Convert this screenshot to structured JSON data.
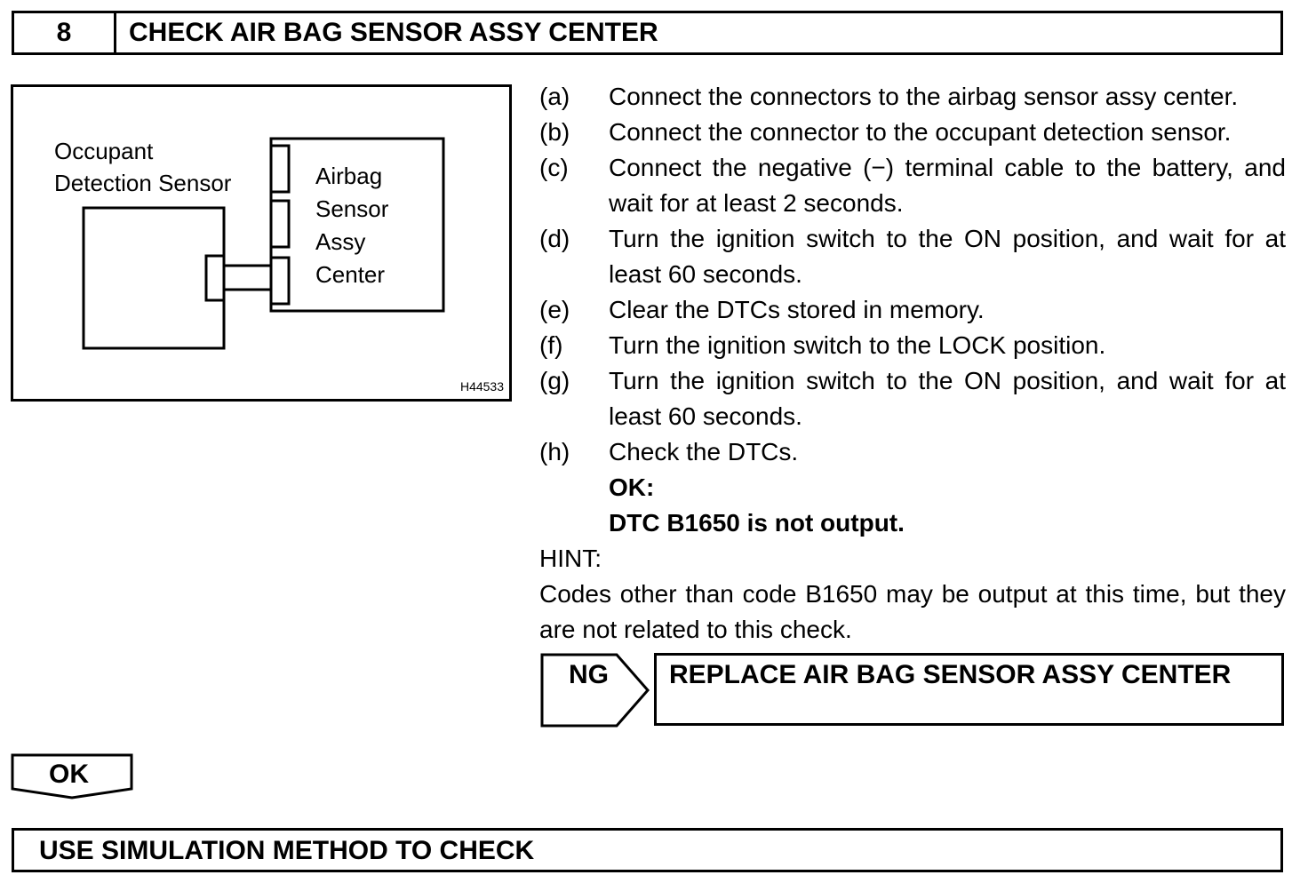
{
  "header": {
    "number": "8",
    "title": "CHECK AIR BAG SENSOR ASSY CENTER"
  },
  "figure": {
    "labels": {
      "occupant_line1": "Occupant",
      "occupant_line2": "Detection Sensor",
      "airbag_line1": "Airbag",
      "airbag_line2": "Sensor",
      "airbag_line3": "Assy",
      "airbag_line4": "Center"
    },
    "reference": "H44533"
  },
  "steps": [
    {
      "label": "(a)",
      "text": "Connect the connectors to the airbag sensor assy center."
    },
    {
      "label": "(b)",
      "text": "Connect the connector to the occupant detection sensor."
    },
    {
      "label": "(c)",
      "text": "Connect the negative (−) terminal cable to the battery, and wait for at least 2 seconds."
    },
    {
      "label": "(d)",
      "text": "Turn the ignition switch to the ON position, and wait for at least 60 seconds."
    },
    {
      "label": "(e)",
      "text": "Clear the DTCs stored in memory."
    },
    {
      "label": "(f)",
      "text": "Turn the ignition switch to the LOCK position."
    },
    {
      "label": "(g)",
      "text": "Turn the ignition switch to the ON position, and wait for at least 60 seconds."
    },
    {
      "label": "(h)",
      "text": "Check the DTCs."
    }
  ],
  "ok_result": {
    "label": "OK:",
    "text": "DTC B1650 is not output."
  },
  "hint": {
    "label": "HINT:",
    "text": "Codes other than code B1650 may be output at this time, but they are not related to this check."
  },
  "ng": {
    "label": "NG",
    "action": "REPLACE AIR BAG SENSOR ASSY CENTER"
  },
  "ok": {
    "label": "OK"
  },
  "footer": {
    "text": "USE SIMULATION METHOD TO CHECK"
  }
}
